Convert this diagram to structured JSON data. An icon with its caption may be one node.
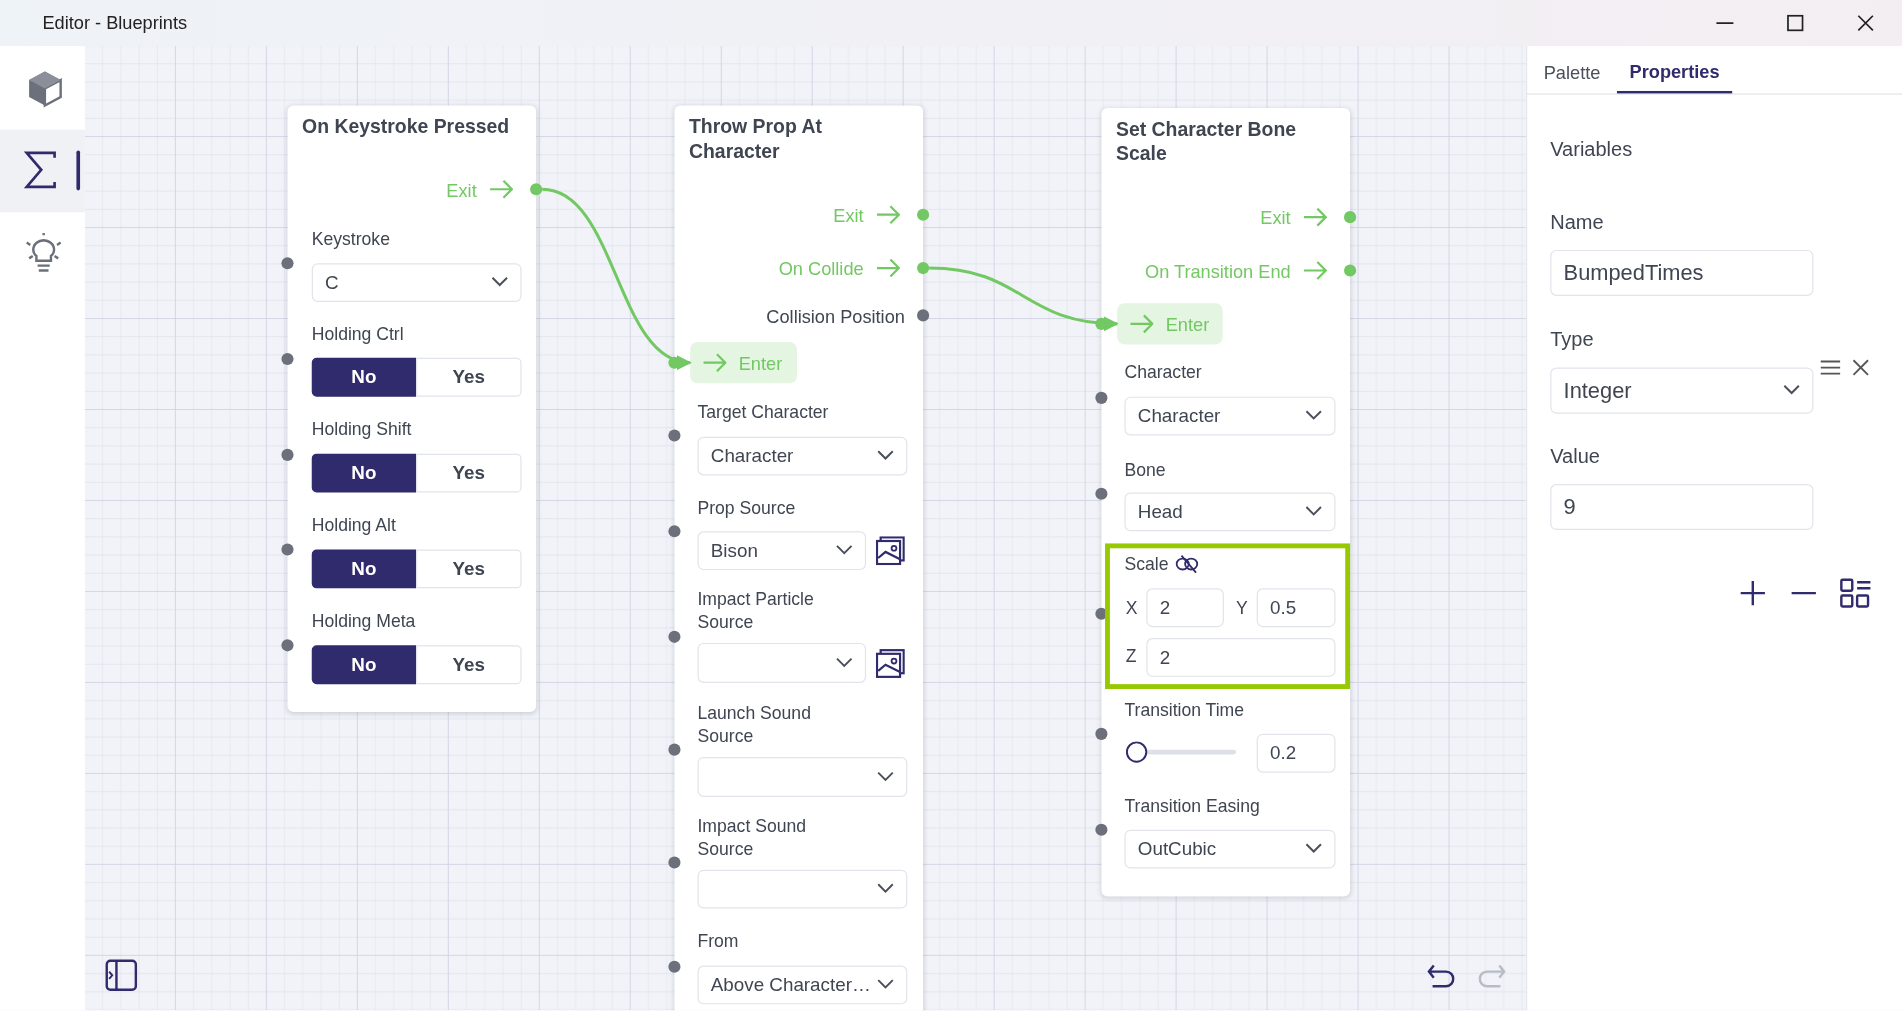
{
  "diagram": {
    "title": "Editor - Blueprints",
    "nodes": [
      {
        "text": [
          "On Keystroke Pressed"
        ]
      },
      {
        "text": [
          "Exit"
        ],
        "in": 0
      },
      {
        "text": [
          "Throw Prop At Character"
        ]
      },
      {
        "text": [
          "Exit"
        ],
        "in": 2
      },
      {
        "text": [
          "On Collide"
        ],
        "in": 2
      },
      {
        "text": [
          "Collision Position"
        ],
        "in": 2
      },
      {
        "text": [
          "Enter"
        ],
        "in": 2
      },
      {
        "text": [
          "Set Character Bone Scale"
        ]
      },
      {
        "text": [
          "Exit"
        ],
        "in": 7
      },
      {
        "text": [
          "On Transition End"
        ],
        "in": 7
      },
      {
        "text": [
          "Enter"
        ],
        "in": 7
      }
    ],
    "edges": [
      {
        "from": 1,
        "to": 6,
        "arrow": "to"
      },
      {
        "from": 4,
        "to": 10,
        "arrow": "to"
      }
    ],
    "labels": [
      "Keystroke",
      "C",
      "Holding Ctrl",
      "No",
      "Yes",
      "Holding Shift",
      "No",
      "Yes",
      "Holding Alt",
      "No",
      "Yes",
      "Holding Meta",
      "No",
      "Yes",
      "Target Character",
      "Character",
      "Prop Source",
      "Bison",
      "Impact Particle Source",
      "Launch Sound Source",
      "Impact Sound Source",
      "From",
      "Above Character…",
      "Character",
      "Character",
      "Bone",
      "Head",
      "Scale",
      "X",
      "2",
      "Y",
      "0.5",
      "Z",
      "2",
      "Transition Time",
      "0.2",
      "Transition Easing",
      "OutCubic",
      "Palette",
      "Properties",
      "Variables",
      "Name",
      "BumpedTimes",
      "Type",
      "Integer",
      "Value",
      "9"
    ]
  }
}
